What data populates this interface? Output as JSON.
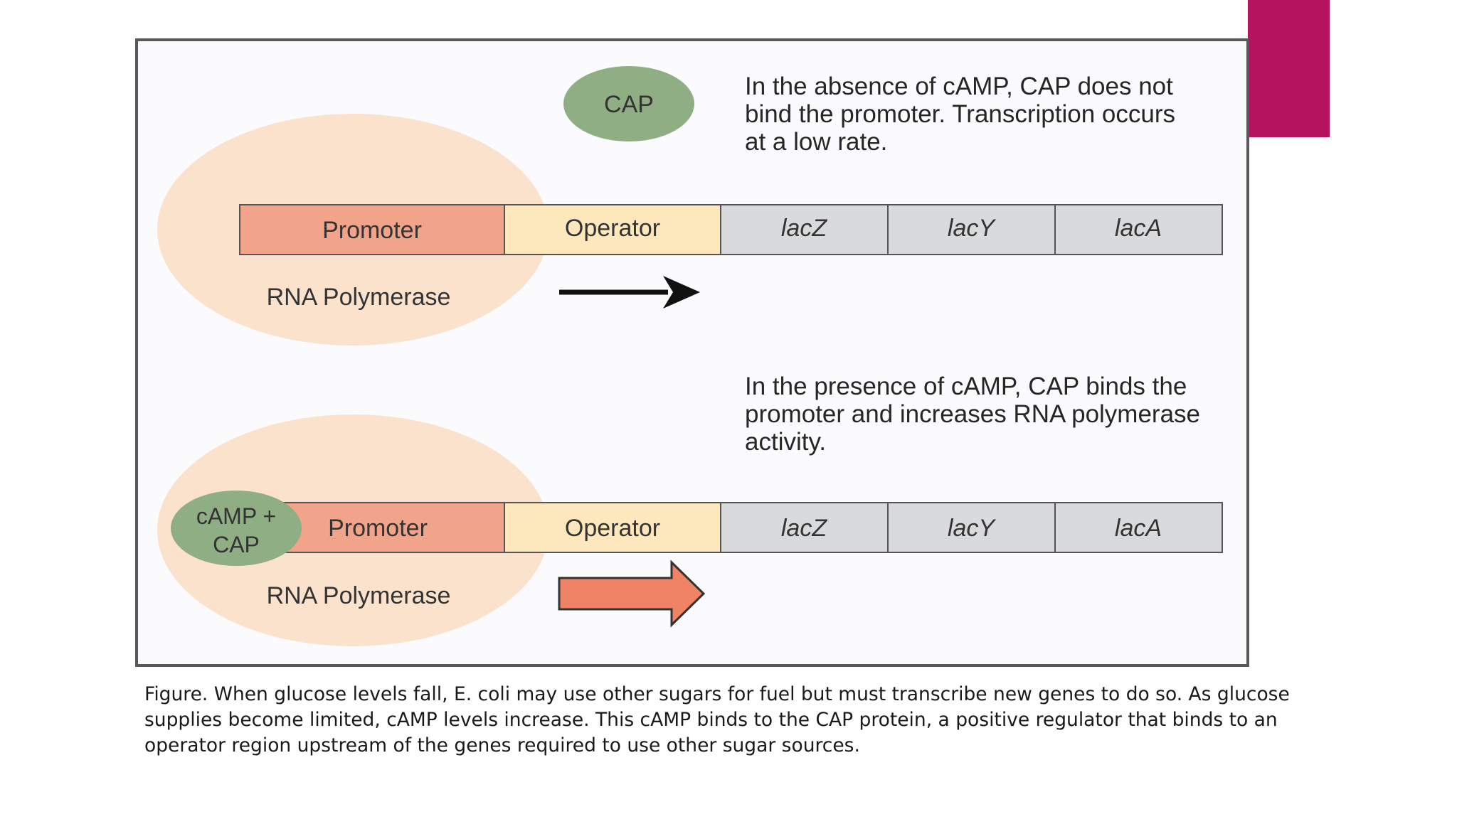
{
  "colors": {
    "accent": "#b5135f",
    "polymerase": "#fbe2cc",
    "cap": "#8fae84",
    "promoter": "#f2a48a",
    "operator": "#fde8bd",
    "gene": "#d9dadc",
    "arrow_low": "#111111",
    "arrow_high": "#f08366"
  },
  "top_panel": {
    "cap_label": "CAP",
    "note": "In the absence of cAMP, CAP does not bind the promoter. Transcription occurs at a low rate.",
    "promoter": "Promoter",
    "operator": "Operator",
    "genes": [
      "lacZ",
      "lacY",
      "lacA"
    ],
    "polymerase": "RNA Polymerase"
  },
  "bottom_panel": {
    "camp_cap_line1": "cAMP +",
    "camp_cap_line2": "CAP",
    "note": "In the presence of cAMP, CAP binds the promoter and increases RNA polymerase activity.",
    "promoter": "Promoter",
    "operator": "Operator",
    "genes": [
      "lacZ",
      "lacY",
      "lacA"
    ],
    "polymerase": "RNA Polymerase"
  },
  "caption": "Figure.  When glucose levels fall, E. coli may use other sugars for fuel but must transcribe new genes to do so. As glucose supplies become limited, cAMP levels increase. This cAMP binds to the CAP protein, a positive regulator that binds to an operator region upstream of the genes required to use other sugar sources."
}
